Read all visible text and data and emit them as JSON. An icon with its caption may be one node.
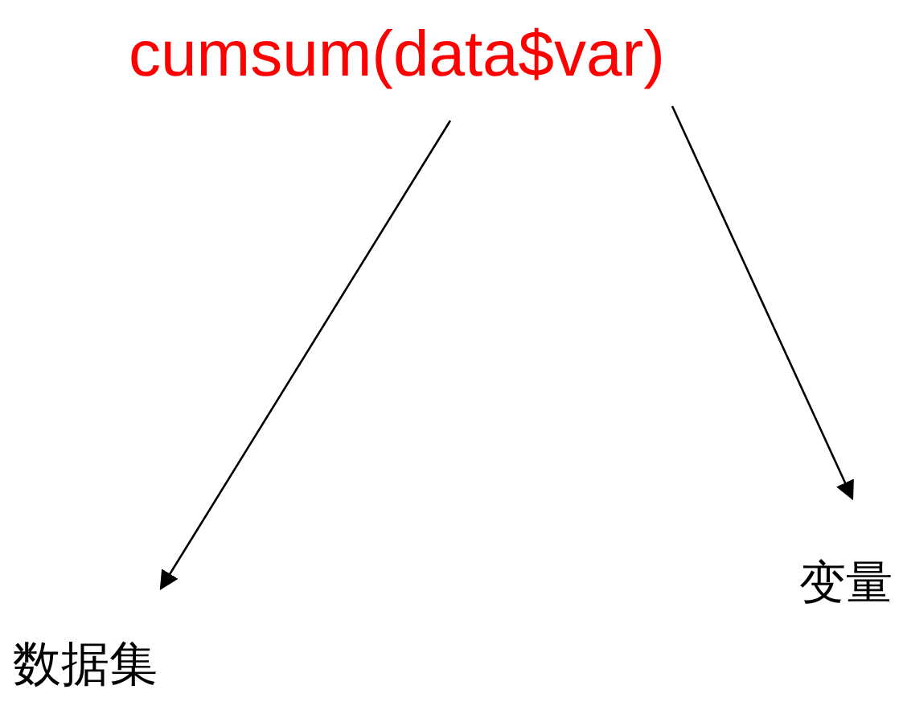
{
  "diagram": {
    "nodes": [
      {
        "text": [
          "cumsum(data$var)"
        ]
      },
      {
        "text": [
          "数据集"
        ]
      },
      {
        "text": [
          "变量"
        ]
      }
    ],
    "edges": [
      {
        "from": 0,
        "to": 1,
        "arrow": "to"
      },
      {
        "from": 0,
        "to": 2,
        "arrow": "to"
      }
    ]
  }
}
